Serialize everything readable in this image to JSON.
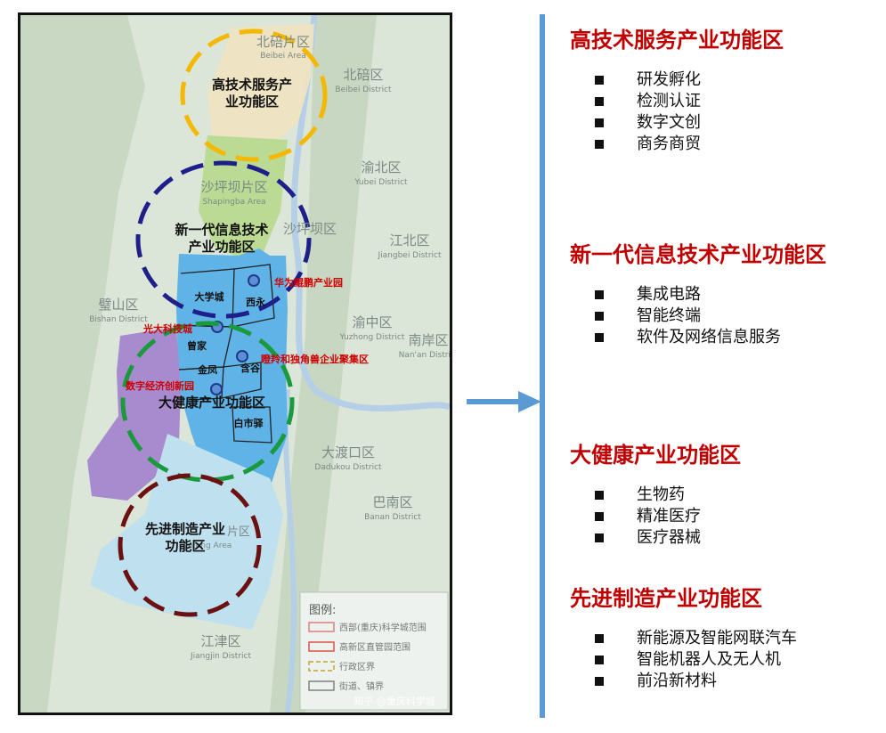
{
  "map": {
    "zones": {
      "high_tech": "高技术服务产业功能区",
      "next_gen_it": "新一代信息技术产业功能区",
      "health": "大健康产业功能区",
      "manufacturing": "先进制造产业功能区"
    },
    "zone_lines": {
      "high_tech": [
        "高技术服务产",
        "业功能区"
      ],
      "next_gen_it": [
        "新一代信息技术",
        "产业功能区"
      ],
      "health": [
        "大健康产业功能区"
      ],
      "manufacturing": [
        "先进制造产业",
        "功能区"
      ]
    },
    "districts": [
      {
        "zh": "北碚片区",
        "en": "Beibei Area"
      },
      {
        "zh": "北碚区",
        "en": "Beibei District"
      },
      {
        "zh": "渝北区",
        "en": "Yubei District"
      },
      {
        "zh": "沙坪坝片区",
        "en": "Shapingba Area"
      },
      {
        "zh": "江北区",
        "en": "Jiangbei District"
      },
      {
        "zh": "璧山区",
        "en": "Bishan District"
      },
      {
        "zh": "渝中区",
        "en": "Yuzhong District"
      },
      {
        "zh": "南岸区",
        "en": "Nan'an District"
      },
      {
        "zh": "大渡口区",
        "en": "Dadukou District"
      },
      {
        "zh": "巴南区",
        "en": "Banan District"
      },
      {
        "zh": "江津区",
        "en": "Jiangjin District"
      },
      {
        "zh": "沙坪坝区",
        "en": ""
      },
      {
        "zh": "片区",
        "en": "Jinfeng Area"
      }
    ],
    "towns": [
      "大学城",
      "西永",
      "曾家",
      "金凤",
      "含谷",
      "白市驿"
    ],
    "parks": [
      "华为鲲鹏产业园",
      "光大科技城",
      "瞪羚和独角兽企业聚集区",
      "数字经济创新园"
    ],
    "legend": {
      "title": "图例:",
      "items": [
        "西部(重庆)科学城范围",
        "高新区直管园范围",
        "行政区界",
        "街道、镇界"
      ]
    },
    "watermark": "知乎 @重庆科学城",
    "colors": {
      "high_tech": "#f5b800",
      "next_gen_it": "#1f1f8a",
      "health": "#1a9a3c",
      "manufacturing": "#6b1111",
      "park_label": "#cc0000",
      "accent": "#5b9bd5"
    }
  },
  "sections": [
    {
      "title": "高技术服务产业功能区",
      "items": [
        "研发孵化",
        "检测认证",
        "数字文创",
        "商务商贸"
      ]
    },
    {
      "title": "新一代信息技术产业功能区",
      "items": [
        "集成电路",
        "智能终端",
        "软件及网络信息服务"
      ]
    },
    {
      "title": "大健康产业功能区",
      "items": [
        "生物药",
        "精准医疗",
        "医疗器械"
      ]
    },
    {
      "title": "先进制造产业功能区",
      "items": [
        "新能源及智能网联汽车",
        "智能机器人及无人机",
        "前沿新材料"
      ]
    }
  ]
}
